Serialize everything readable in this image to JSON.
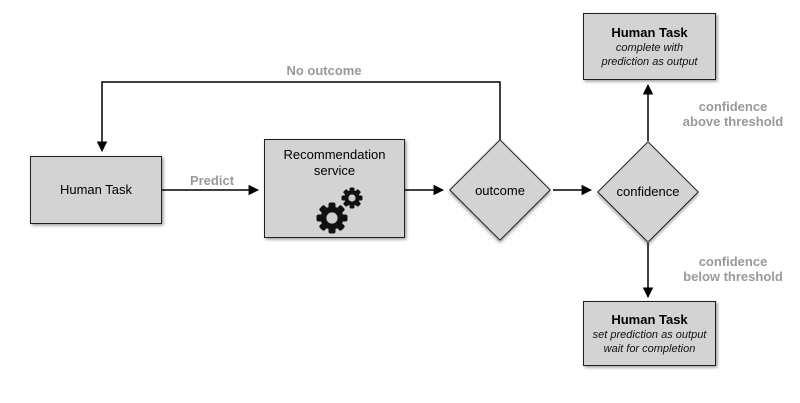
{
  "diagram": {
    "nodes": {
      "human_task_left": {
        "label": "Human Task"
      },
      "recommendation_service": {
        "label": "Recommendation service",
        "icon": "gears-icon"
      },
      "outcome": {
        "label": "outcome"
      },
      "confidence": {
        "label": "confidence"
      },
      "human_task_top": {
        "title": "Human Task",
        "subtitle": [
          "complete with",
          "prediction as output"
        ]
      },
      "human_task_bottom": {
        "title": "Human Task",
        "subtitle": [
          "set prediction as output",
          "wait for completion"
        ]
      }
    },
    "edges": {
      "predict": {
        "label": "Predict"
      },
      "no_outcome": {
        "label": "No outcome"
      },
      "confidence_above": {
        "label": [
          "confidence",
          "above threshold"
        ]
      },
      "confidence_below": {
        "label": [
          "confidence",
          "below threshold"
        ]
      }
    },
    "colors": {
      "background": "#ffffff",
      "node_fill": "#d3d3d3",
      "node_border": "#1f1f1f",
      "edge_stroke": "#000000",
      "edge_label_text": "#999999",
      "node_text": "#000000"
    }
  }
}
